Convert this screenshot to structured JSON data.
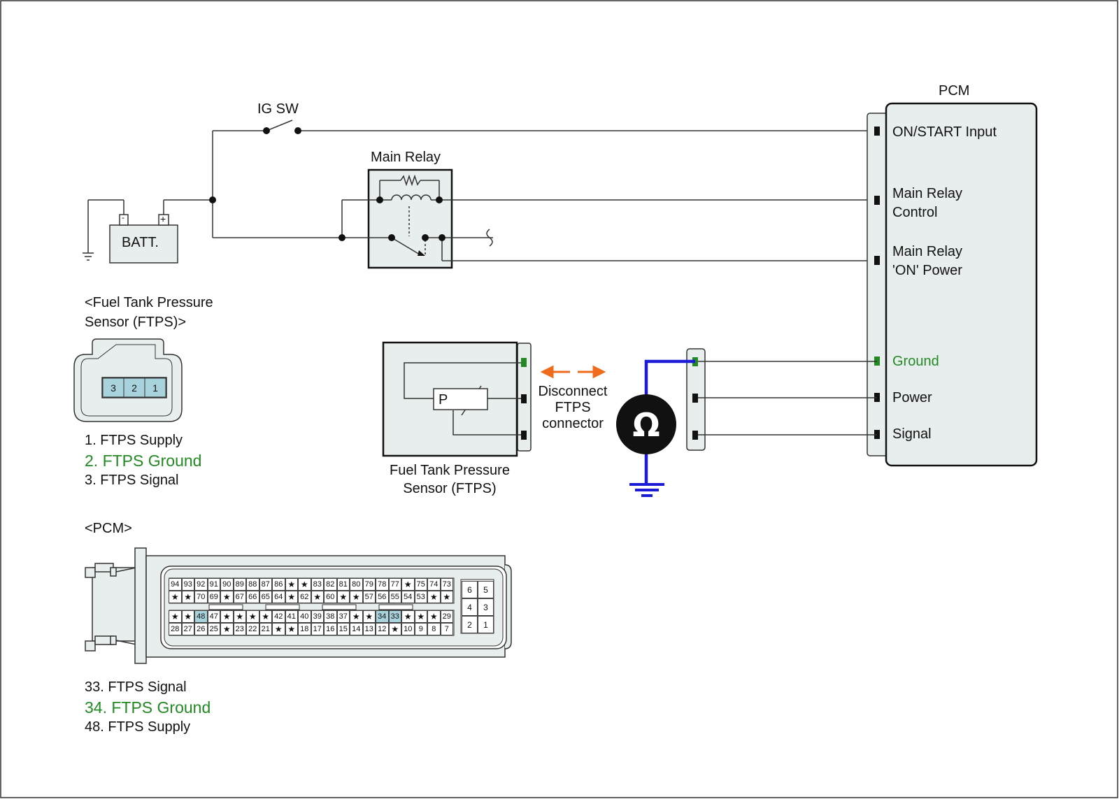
{
  "colors": {
    "ground_green": "#238a23",
    "meter_wire_blue": "#1c1cd8",
    "arrow_orange": "#f06a1c",
    "highlight_pin": "#a9d3dc",
    "box_fill": "#e8eeee"
  },
  "circuit": {
    "ig_sw": "IG SW",
    "main_relay": "Main Relay",
    "battery": "BATT.",
    "battery_neg": "-",
    "battery_pos": "+",
    "pcm_title": "PCM",
    "pcm_pins": {
      "on_start": "ON/START Input",
      "relay_control": [
        "Main Relay",
        "Control"
      ],
      "relay_on_power": [
        "Main Relay",
        "'ON' Power"
      ],
      "ground": "Ground",
      "power": "Power",
      "signal": "Signal"
    },
    "sensor_symbol": "P",
    "sensor_caption": [
      "Fuel Tank Pressure",
      "Sensor (FTPS)"
    ],
    "disconnect_note": [
      "Disconnect",
      "FTPS",
      "connector"
    ],
    "ohmmeter_icon": "Ω"
  },
  "ftps_connector": {
    "title": [
      "<Fuel Tank Pressure",
      "Sensor (FTPS)>"
    ],
    "pins": [
      "3",
      "2",
      "1"
    ],
    "legend": [
      {
        "text": "1. FTPS Supply",
        "highlight": false
      },
      {
        "text": "2. FTPS Ground",
        "highlight": true
      },
      {
        "text": "3. FTPS Signal",
        "highlight": false
      }
    ]
  },
  "pcm_connector": {
    "title": "<PCM>",
    "rows": [
      [
        "94",
        "93",
        "92",
        "91",
        "90",
        "89",
        "88",
        "87",
        "86",
        "★",
        "★",
        "83",
        "82",
        "81",
        "80",
        "79",
        "78",
        "77",
        "★",
        "75",
        "74",
        "73"
      ],
      [
        "★",
        "★",
        "70",
        "69",
        "★",
        "67",
        "66",
        "65",
        "64",
        "★",
        "62",
        "★",
        "60",
        "★",
        "★",
        "57",
        "56",
        "55",
        "54",
        "53",
        "★",
        "★"
      ],
      [
        "★",
        "★",
        "48",
        "47",
        "★",
        "★",
        "★",
        "★",
        "42",
        "41",
        "40",
        "39",
        "38",
        "37",
        "★",
        "★",
        "34",
        "33",
        "★",
        "★",
        "★",
        "29"
      ],
      [
        "28",
        "27",
        "26",
        "25",
        "★",
        "23",
        "22",
        "21",
        "★",
        "★",
        "18",
        "17",
        "16",
        "15",
        "14",
        "13",
        "12",
        "★",
        "10",
        "9",
        "8",
        "7"
      ]
    ],
    "highlighted_pins": [
      "48",
      "34",
      "33"
    ],
    "small_block": [
      [
        "6",
        "5"
      ],
      [
        "4",
        "3"
      ],
      [
        "2",
        "1"
      ]
    ],
    "legend": [
      {
        "text": "33. FTPS Signal",
        "highlight": false
      },
      {
        "text": "34. FTPS Ground",
        "highlight": true
      },
      {
        "text": "48. FTPS Supply",
        "highlight": false
      }
    ]
  }
}
